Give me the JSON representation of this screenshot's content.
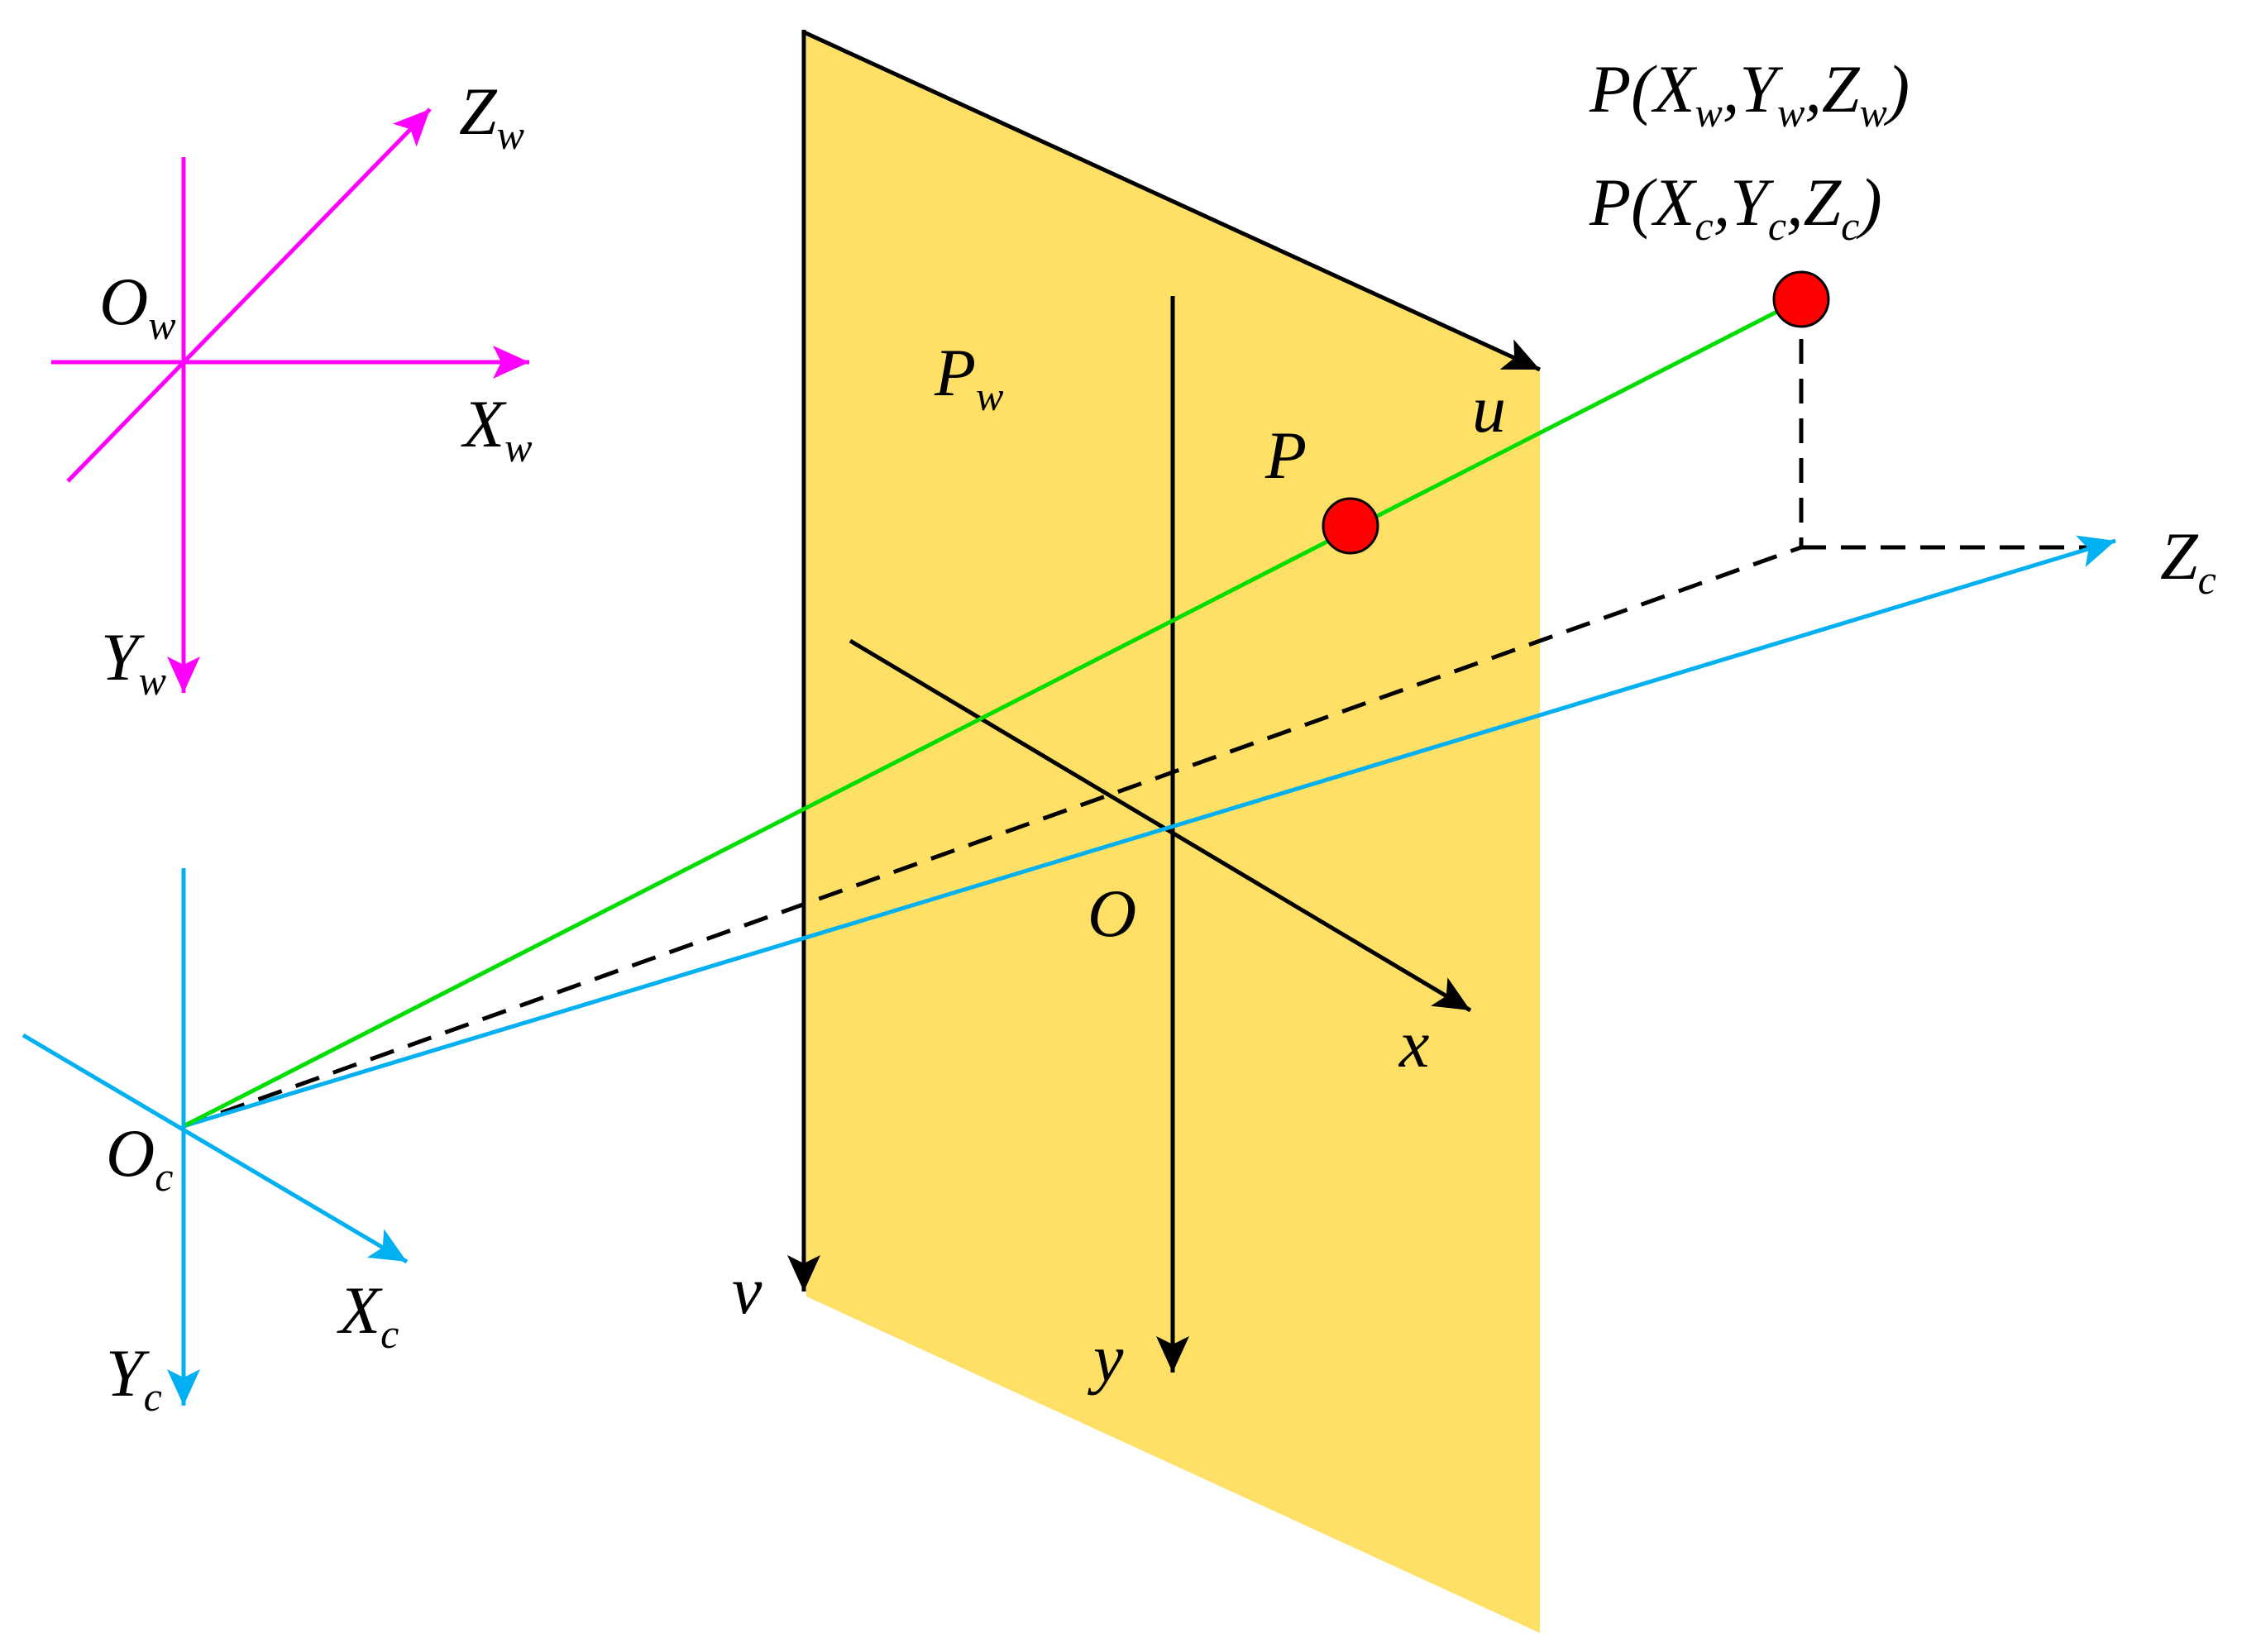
{
  "colors": {
    "world_axes": "#ff00ff",
    "camera_axes": "#00b0f0",
    "projection_ray": "#00dd00",
    "image_plane": "#ffe066",
    "point": "#ff0000",
    "outline": "#000000"
  },
  "labels": {
    "world": {
      "z": "Z",
      "z_sub": "w",
      "x": "X",
      "x_sub": "w",
      "y": "Y",
      "y_sub": "w",
      "origin": "O",
      "origin_sub": "w"
    },
    "camera": {
      "x": "X",
      "x_sub": "c",
      "y": "Y",
      "y_sub": "c",
      "z": "Z",
      "z_sub": "c",
      "origin": "O",
      "origin_sub": "c"
    },
    "plane": {
      "name": "P",
      "name_sub": "w",
      "u": "u",
      "v": "v",
      "x": "x",
      "y": "y",
      "origin": "O"
    },
    "image_point": "P",
    "world_point": {
      "p": "P(",
      "x": "X",
      "x_sub": "w",
      "c1": ",",
      "y": "Y",
      "y_sub": "w",
      "c2": ",",
      "z": "Z",
      "z_sub": "w",
      "close": ")"
    },
    "camera_point": {
      "p": "P(",
      "x": "X",
      "x_sub": "c",
      "c1": ",",
      "y": "Y",
      "y_sub": "c",
      "c2": ",",
      "z": "Z",
      "z_sub": "c",
      "close": ")"
    }
  }
}
